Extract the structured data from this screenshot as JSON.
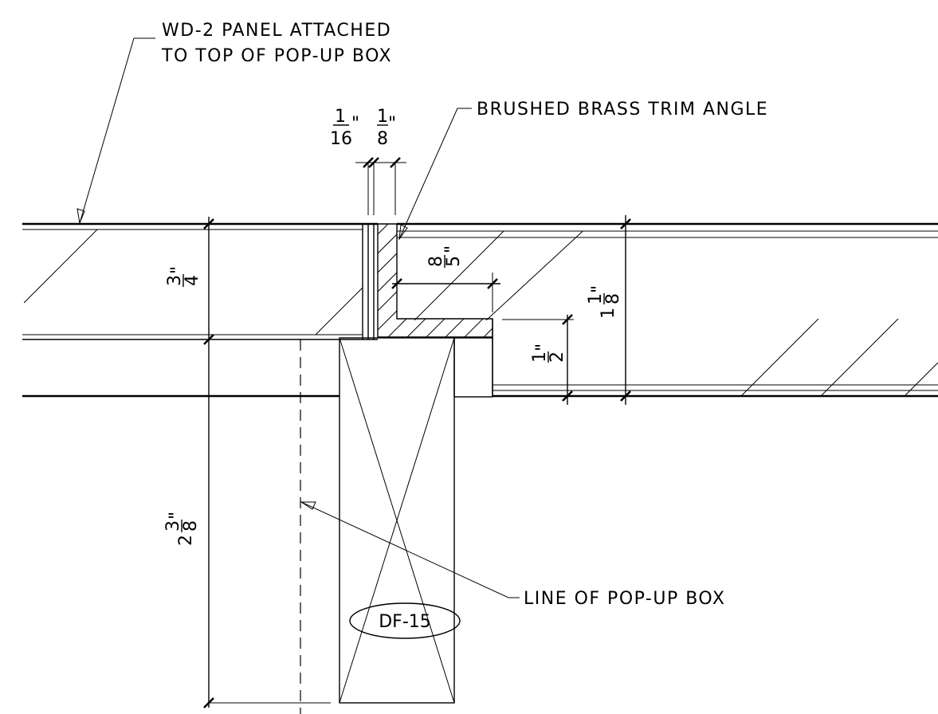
{
  "notes": {
    "wd2_panel": [
      "WD-2 PANEL ATTACHED",
      "TO TOP OF POP-UP BOX"
    ],
    "trim_angle": "BRUSHED BRASS TRIM ANGLE",
    "popup_line": "LINE OF POP-UP BOX"
  },
  "tag": "DF-15",
  "dimensions": {
    "gap_a": {
      "whole": "",
      "num": "1",
      "den": "16",
      "mark": "\""
    },
    "gap_b": {
      "whole": "",
      "num": "1",
      "den": "8",
      "mark": "\""
    },
    "panel_thickness": {
      "whole": "",
      "num": "3",
      "den": "4",
      "mark": "\""
    },
    "angle_leg": {
      "whole": "",
      "num": "5",
      "den": "8",
      "mark": "\""
    },
    "reveal": {
      "whole": "",
      "num": "1",
      "den": "2",
      "mark": "\""
    },
    "right_depth": {
      "whole": "1",
      "num": "1",
      "den": "8",
      "mark": "\""
    },
    "box_height": {
      "whole": "2",
      "num": "3",
      "den": "8",
      "mark": "\""
    }
  }
}
